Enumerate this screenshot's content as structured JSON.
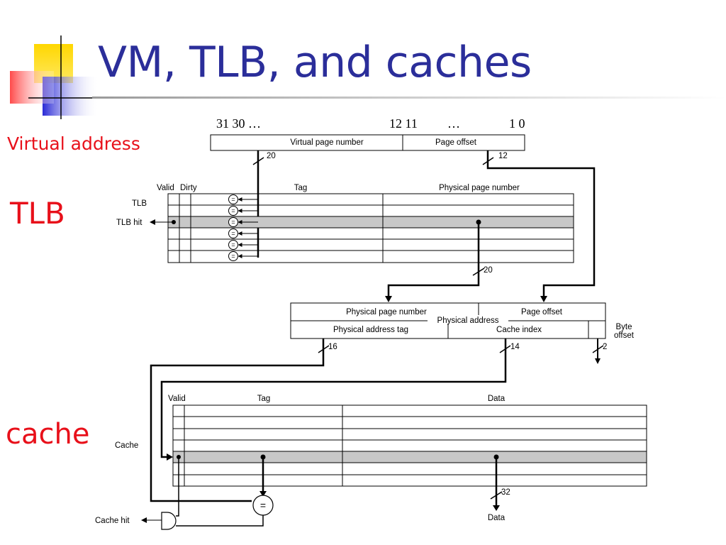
{
  "slide": {
    "title": "VM, TLB, and caches",
    "side_labels": {
      "virtual_address": "Virtual address",
      "tlb": "TLB",
      "cache": "cache"
    }
  },
  "virtual_address": {
    "bit_labels": {
      "high": "31 30 …",
      "mid": "12 11",
      "dots": "…",
      "low": "1 0"
    },
    "fields": {
      "vpn": "Virtual page number",
      "offset": "Page offset"
    },
    "widths": {
      "vpn": "20",
      "offset": "12"
    }
  },
  "tlb": {
    "headers": {
      "valid": "Valid",
      "dirty": "Dirty",
      "tag": "Tag",
      "ppn": "Physical page number"
    },
    "labels": {
      "tlb": "TLB",
      "hit": "TLB hit"
    },
    "ppn_width": "20",
    "comparator_symbol": "="
  },
  "physical_address": {
    "caption": "Physical address",
    "top_fields": {
      "ppn": "Physical page number",
      "offset": "Page offset"
    },
    "bottom_fields": {
      "tag": "Physical address tag",
      "index": "Cache index"
    },
    "byte_offset_label": [
      "Byte",
      "offset"
    ],
    "widths": {
      "tag": "16",
      "index": "14",
      "byte": "2"
    }
  },
  "cache": {
    "headers": {
      "valid": "Valid",
      "tag": "Tag",
      "data": "Data"
    },
    "labels": {
      "cache": "Cache",
      "hit": "Cache hit",
      "data_out": "Data"
    },
    "data_width": "32",
    "comparator_symbol": "="
  },
  "colors": {
    "title": "#2b2e9a",
    "side_labels": "#e8101a",
    "highlight_row": "#c8c8c8",
    "deco_yellow": "#ffd700",
    "deco_red": "#ff4a4a",
    "deco_blue": "#2a2ad6"
  }
}
